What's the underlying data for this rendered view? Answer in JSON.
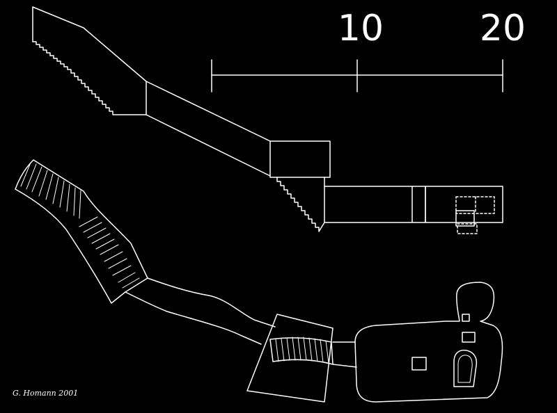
{
  "colors": {
    "background": "#000000",
    "line": "#ffffff"
  },
  "scale_bar": {
    "label_mid": "10",
    "label_end": "20"
  },
  "credit": "G. Homann 2001"
}
